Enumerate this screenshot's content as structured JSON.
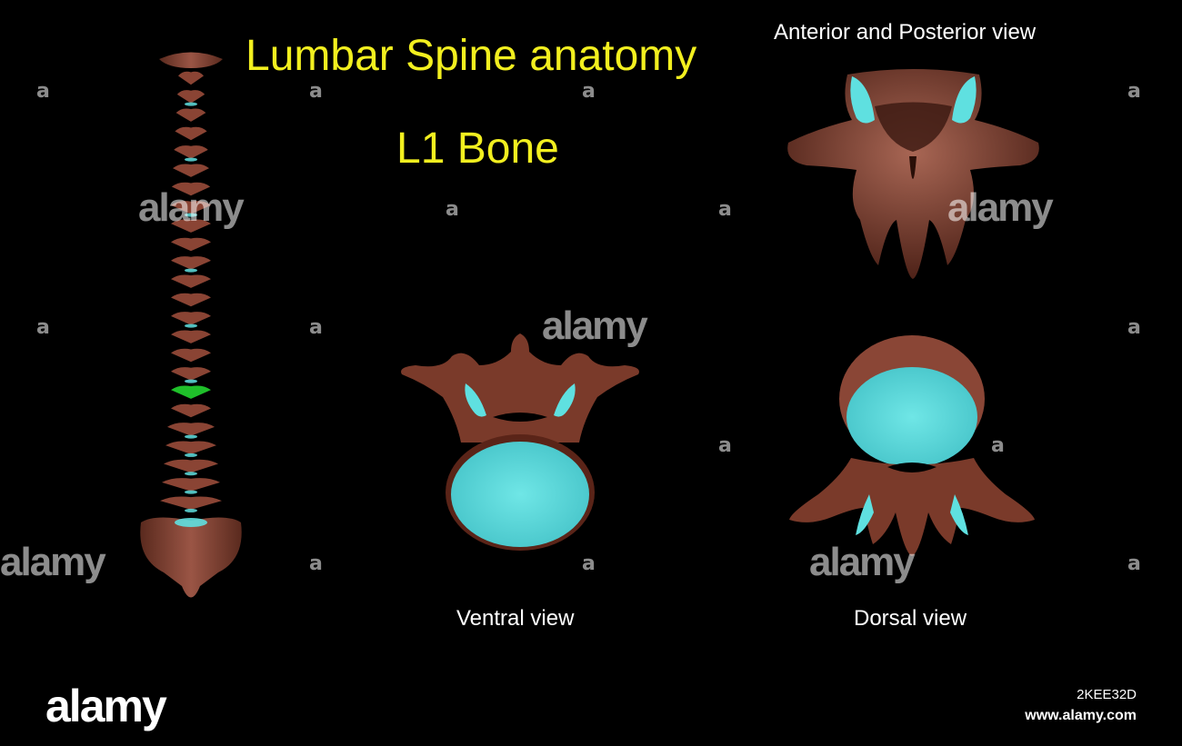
{
  "title": "Lumbar Spine anatomy",
  "subtitle": "L1 Bone",
  "labels": {
    "anterior_posterior": "Anterior and Posterior view",
    "ventral": "Ventral view",
    "dorsal": "Dorsal view"
  },
  "watermark": {
    "small_mark": "a",
    "word": "alamy"
  },
  "brand": {
    "logo": "alamy",
    "image_id": "2KEE32D",
    "url": "www.alamy.com"
  },
  "colors": {
    "background": "#000000",
    "title": "#f2ef1f",
    "bone": "#7a3a2a",
    "bone_light": "#a0594a",
    "cartilage": "#5fe0e0",
    "highlight_vertebra": "#1fbf2a"
  }
}
